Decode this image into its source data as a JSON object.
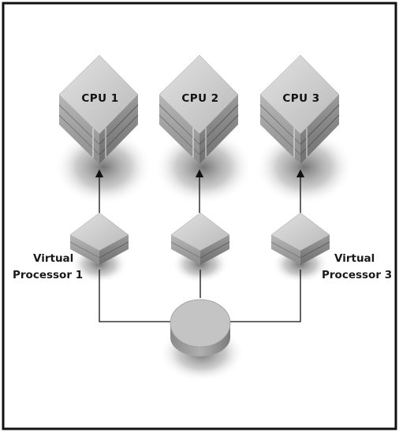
{
  "diagram": {
    "cpus": [
      {
        "label": "CPU 1"
      },
      {
        "label": "CPU 2"
      },
      {
        "label": "CPU 3"
      }
    ],
    "virtual_processor_labels": {
      "left_line1": "Virtual",
      "left_line2": "Processor 1",
      "right_line1": "Virtual",
      "right_line2": "Processor 3"
    }
  }
}
